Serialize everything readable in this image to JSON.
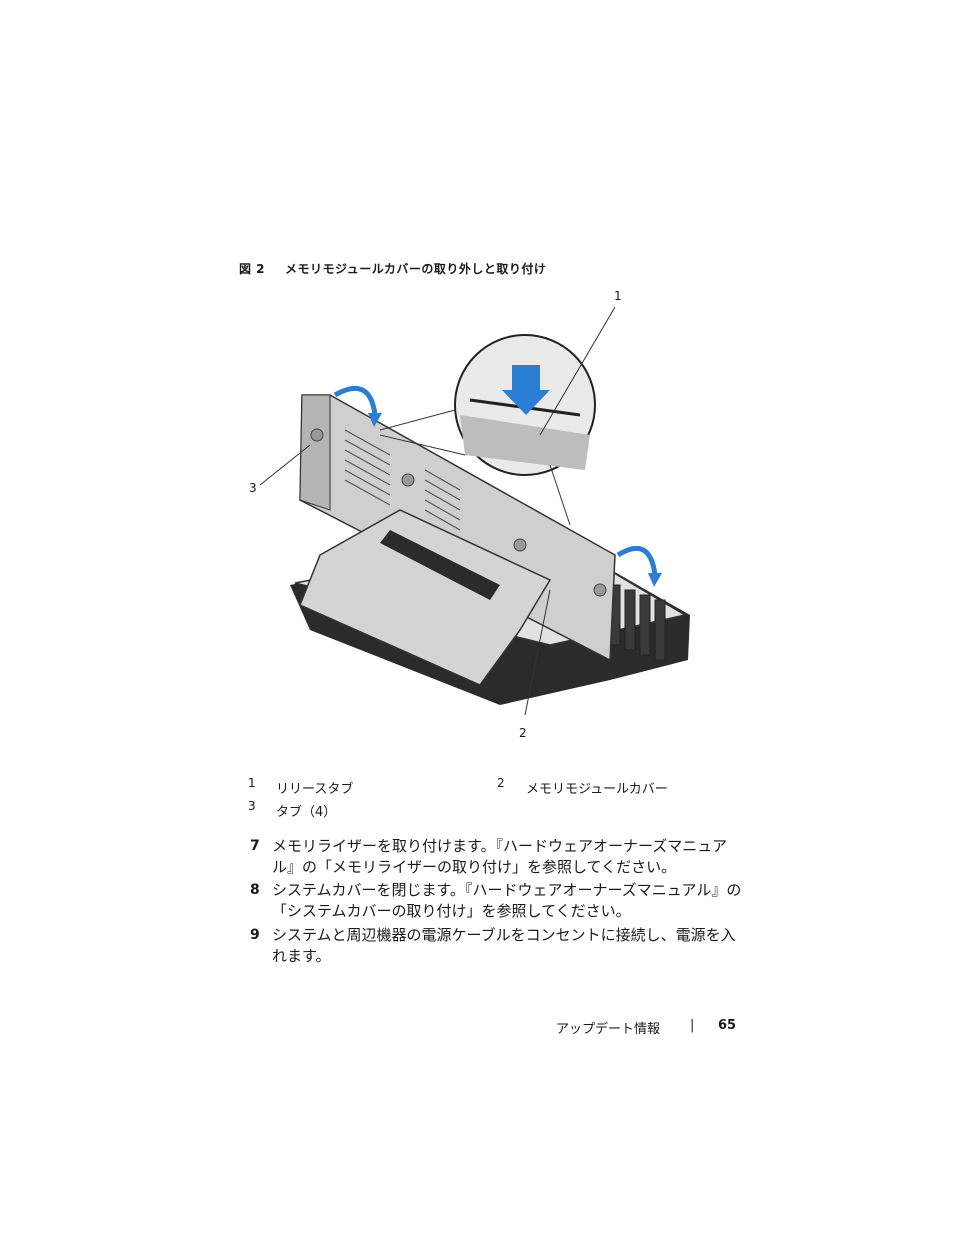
{
  "figure": {
    "label": "図 2",
    "title": "メモリモジュールカバーの取り外しと取り付け",
    "callouts": [
      "1",
      "2",
      "3"
    ]
  },
  "legend": [
    {
      "num": "1",
      "text": "リリースタブ"
    },
    {
      "num": "2",
      "text": "メモリモジュールカバー"
    },
    {
      "num": "3",
      "text": "タブ（4）"
    }
  ],
  "steps": [
    {
      "num": "7",
      "text": "メモリライザーを取り付けます。『ハードウェアオーナーズマニュアル』の「メモリライザーの取り付け」を参照してください。"
    },
    {
      "num": "8",
      "text": "システムカバーを閉じます。『ハードウェアオーナーズマニュアル』の「システムカバーの取り付け」を参照してください。"
    },
    {
      "num": "9",
      "text": "システムと周辺機器の電源ケーブルをコンセントに接続し、電源を入れます。"
    }
  ],
  "footer": {
    "section": "アップデート情報",
    "separator": "|",
    "page": "65"
  },
  "colors": {
    "arrow": "#2a7fd4",
    "part": "#c9c9c9",
    "dark": "#2b2b2b"
  }
}
